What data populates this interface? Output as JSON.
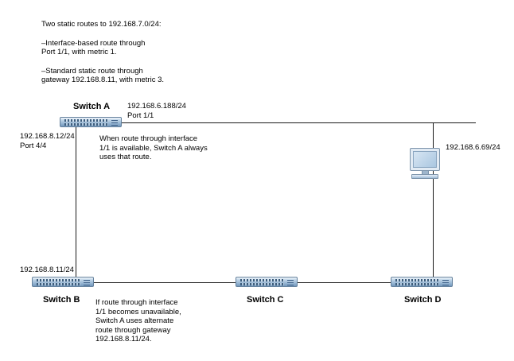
{
  "diagram": {
    "intro": {
      "heading": "Two static routes to 192.168.7.0/24:",
      "route1": "–Interface-based route through\nPort 1/1, with metric 1.",
      "route2": "–Standard static route through\ngateway 192.168.8.11, with metric 3."
    },
    "switch_a": {
      "label": "Switch A",
      "right_ip": "192.168.6.188/24",
      "right_port": "Port 1/1",
      "left_ip": "192.168.8.12/24",
      "left_port": "Port 4/4",
      "note": "When route through interface\n1/1 is available, Switch A always\nuses that route."
    },
    "switch_b": {
      "label": "Switch B",
      "ip": "192.168.8.11/24",
      "note": "If route through interface\n1/1 becomes unavailable,\nSwitch A uses alternate\nroute through gateway\n192.168.8.11/24."
    },
    "switch_c": {
      "label": "Switch C"
    },
    "switch_d": {
      "label": "Switch D"
    },
    "workstation": {
      "ip": "192.168.6.69/24"
    },
    "colors": {
      "link_line": "#1a1a1a",
      "switch_body": "#a9c6e0",
      "switch_border": "#63809c",
      "text": "#000000"
    }
  }
}
